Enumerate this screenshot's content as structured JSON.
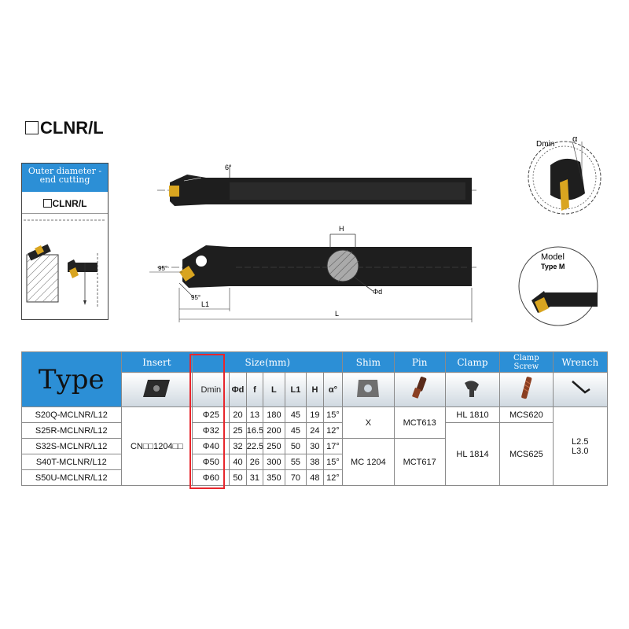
{
  "title": "CLNR/L",
  "thumb": {
    "header": "Outer diameter - end cutting",
    "name": "CLNR/L"
  },
  "drawing": {
    "angle_top": "6°",
    "angle_left": "95°",
    "angle_bottom": "95°",
    "dim_H": "H",
    "dim_d": "Φd",
    "dim_L1": "L1",
    "dim_L": "L",
    "dmin_label": "Dmin",
    "alpha_label": "α",
    "model_label": "Model",
    "model_type": "Type M"
  },
  "table": {
    "type_header": "Type",
    "insert_header": "Insert",
    "size_header": "Size(mm)",
    "shim_header": "Shim",
    "pin_header": "Pin",
    "clamp_header": "Clamp",
    "clamp_screw_header": "Clamp Screw",
    "wrench_header": "Wrench",
    "dmin_header": "Dmin",
    "cols": [
      "Φd",
      "f",
      "L",
      "L1",
      "H",
      "α°"
    ],
    "rows": [
      {
        "model": "S20Q-MCLNR/L12",
        "dmin": "Φ25",
        "d": "20",
        "f": "13",
        "L": "180",
        "L1": "45",
        "H": "19",
        "a": "15°"
      },
      {
        "model": "S25R-MCLNR/L12",
        "dmin": "Φ32",
        "d": "25",
        "f": "16.5",
        "L": "200",
        "L1": "45",
        "H": "24",
        "a": "12°"
      },
      {
        "model": "S32S-MCLNR/L12",
        "dmin": "Φ40",
        "d": "32",
        "f": "22.5",
        "L": "250",
        "L1": "50",
        "H": "30",
        "a": "17°"
      },
      {
        "model": "S40T-MCLNR/L12",
        "dmin": "Φ50",
        "d": "40",
        "f": "26",
        "L": "300",
        "L1": "55",
        "H": "38",
        "a": "15°"
      },
      {
        "model": "S50U-MCLNR/L12",
        "dmin": "Φ60",
        "d": "50",
        "f": "31",
        "L": "350",
        "L1": "70",
        "H": "48",
        "a": "12°"
      }
    ],
    "insert_value": "CN□□1204□□",
    "shim_1": "X",
    "shim_2": "MC 1204",
    "pin_1": "MCT613",
    "pin_2": "MCT617",
    "clamp_1": "HL 1810",
    "clamp_2": "HL 1814",
    "screw_1": "MCS620",
    "screw_2": "MCS625",
    "wrench_1": "L2.5",
    "wrench_2": "L3.0"
  },
  "colors": {
    "header_blue": "#2c8fd6",
    "highlight_red": "#e8262c",
    "tool_black": "#1e1e1e",
    "insert_gold": "#d9a520"
  }
}
